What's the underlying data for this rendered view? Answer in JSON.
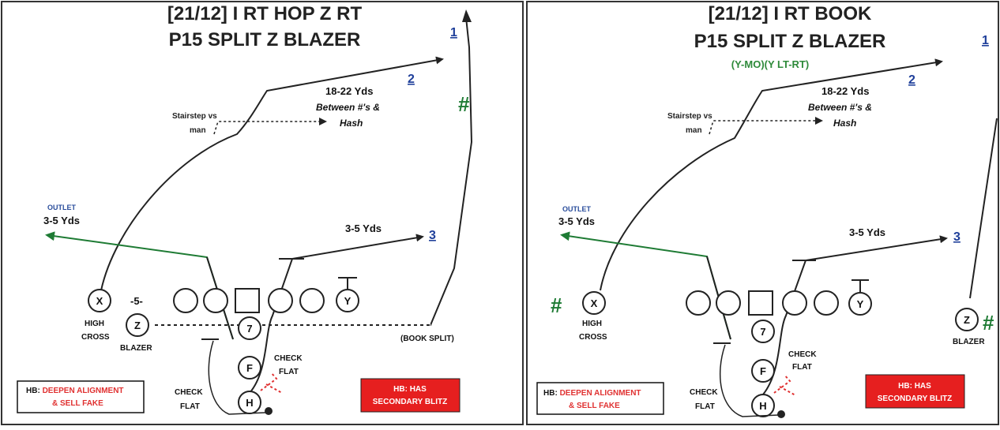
{
  "left_panel": {
    "title1": "[21/12] I RT HOP Z RT",
    "title2": "P15 SPLIT Z BLAZER",
    "route_num_1": "1",
    "route_num_2": "2",
    "route_num_3": "3",
    "depth_label": "18-22 Yds",
    "between_label": "Between #'s &",
    "hash_label": "Hash",
    "stairstep_label": "Stairstep vs",
    "man_label": "man",
    "outlet_label": "OUTLET",
    "outlet_yds": "3-5 Yds",
    "flat_yds": "3-5 Yds",
    "hash_mark": "#",
    "split_label": "-5-",
    "x_label": "X",
    "y_label": "Y",
    "z_label": "Z",
    "seven_label": "7",
    "f_label": "F",
    "h_label": "H",
    "high_label": "HIGH",
    "cross_label": "CROSS",
    "blazer_label": "BLAZER",
    "book_split_label": "(BOOK SPLIT)",
    "check_label": "CHECK",
    "flat_label": "FLAT",
    "check2_label": "CHECK",
    "flat2_label": "FLAT",
    "hb_prefix": "HB: ",
    "hb_red1": "DEEPEN ALIGNMENT",
    "hb_red2": "& SELL FAKE",
    "blitz1": "HB: HAS",
    "blitz2": "SECONDARY BLITZ"
  },
  "right_panel": {
    "title1": "[21/12] I RT BOOK",
    "title2": "P15 SPLIT Z BLAZER",
    "subtitle": "(Y-MO)(Y LT-RT)",
    "route_num_1": "1",
    "route_num_2": "2",
    "route_num_3": "3",
    "depth_label": "18-22 Yds",
    "between_label": "Between #'s &",
    "hash_label": "Hash",
    "stairstep_label": "Stairstep vs",
    "man_label": "man",
    "outlet_label": "OUTLET",
    "outlet_yds": "3-5 Yds",
    "flat_yds": "3-5 Yds",
    "hash_mark_left": "#",
    "hash_mark_right": "#",
    "x_label": "X",
    "y_label": "Y",
    "z_label": "Z",
    "seven_label": "7",
    "f_label": "F",
    "h_label": "H",
    "high_label": "HIGH",
    "cross_label": "CROSS",
    "blazer_label": "BLAZER",
    "check_label": "CHECK",
    "flat_label": "FLAT",
    "check2_label": "CHECK",
    "flat2_label": "FLAT",
    "hb_prefix": "HB: ",
    "hb_red1": "DEEPEN ALIGNMENT",
    "hb_red2": "& SELL FAKE",
    "blitz1": "HB: HAS",
    "blitz2": "SECONDARY BLITZ"
  },
  "colors": {
    "route_number": "#1f3f9a",
    "hash_green": "#1e7b34",
    "alert_red": "#e03131",
    "subtitle_green": "#2e8a3a",
    "ink": "#222222"
  }
}
